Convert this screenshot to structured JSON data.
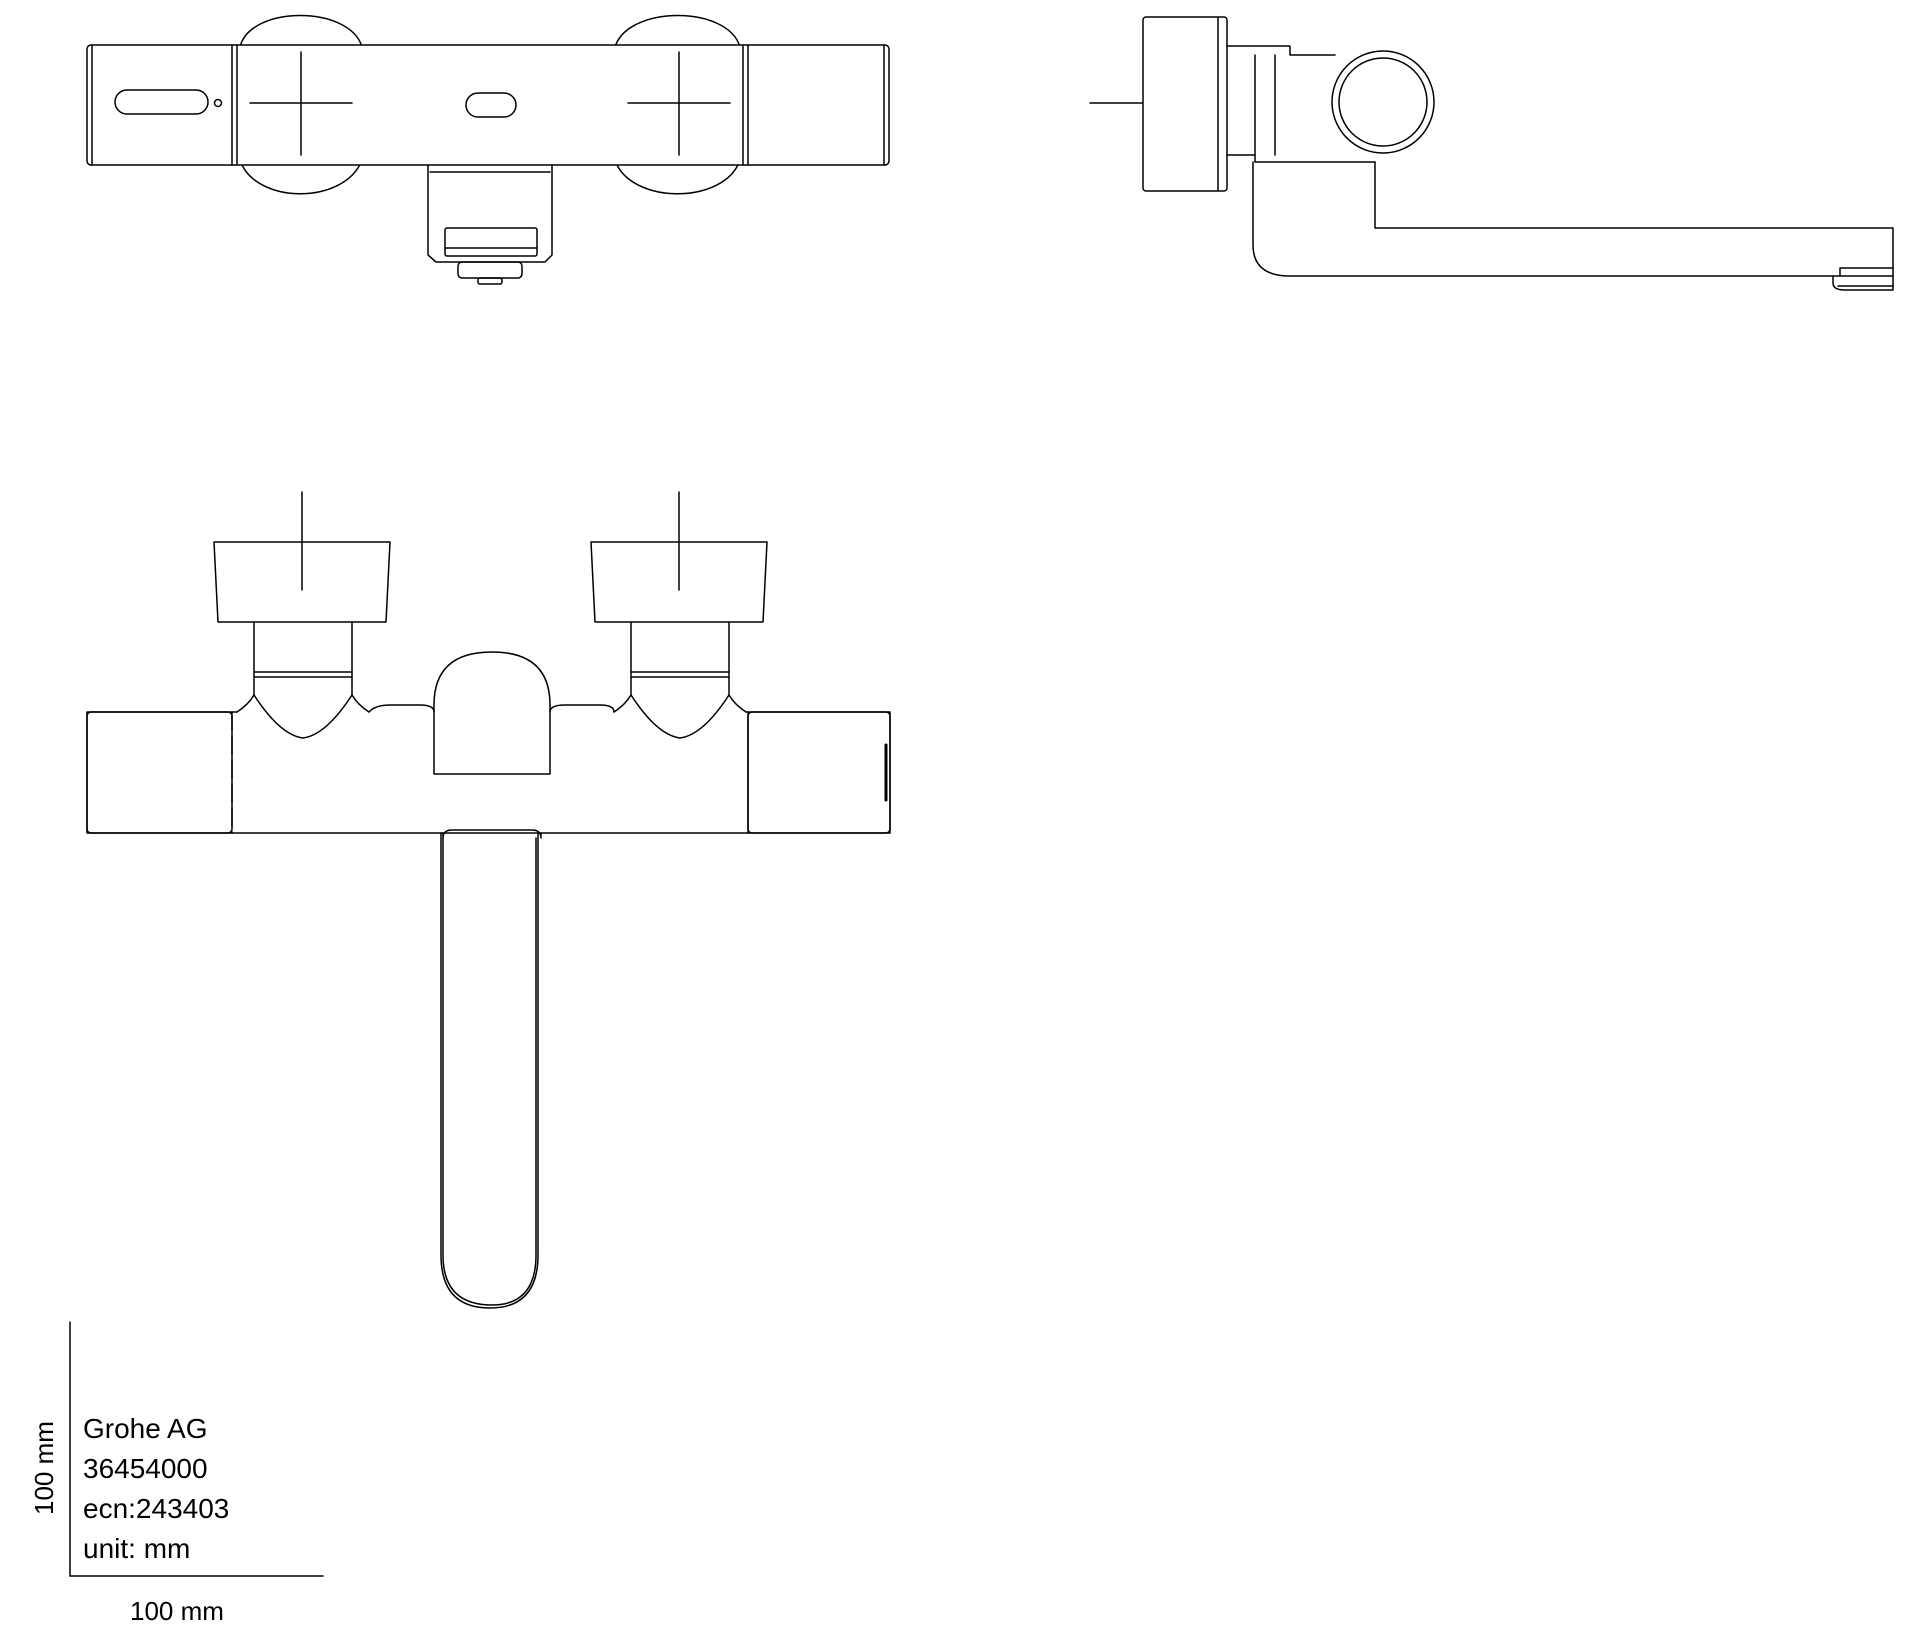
{
  "title_block": {
    "company": "Grohe AG",
    "part_number": "36454000",
    "ecn": "ecn:243403",
    "unit": "unit: mm"
  },
  "scale_bar": {
    "vertical_label": "100 mm",
    "horizontal_label": "100 mm"
  },
  "colors": {
    "line": "#000000",
    "background": "#ffffff"
  },
  "views": [
    "top-view",
    "side-view",
    "front-view"
  ]
}
